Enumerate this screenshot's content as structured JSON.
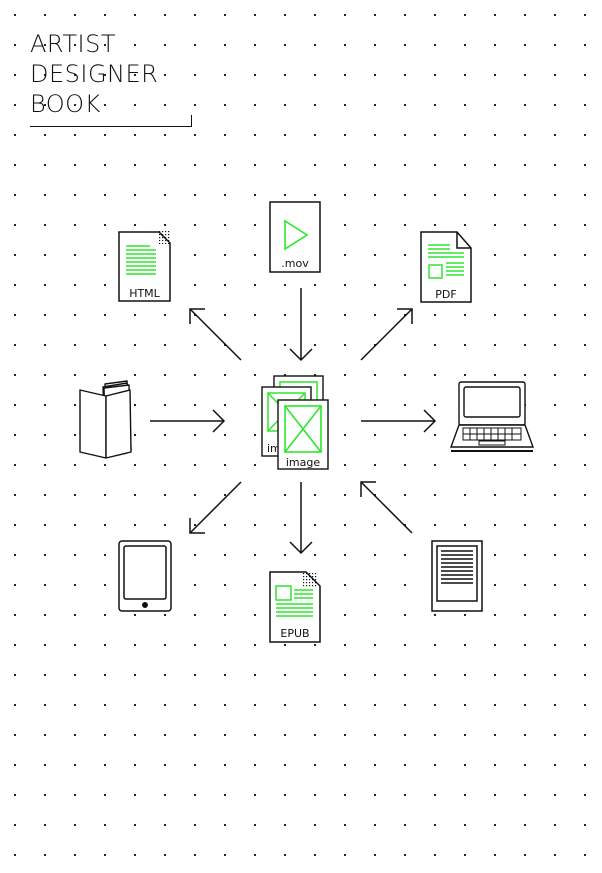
{
  "title": {
    "line1": "ARTIST",
    "line2": "DESIGNER",
    "line3": "BOOK"
  },
  "labels": {
    "html": "HTML",
    "mov": ".mov",
    "pdf": "PDF",
    "image": "image",
    "image_back": "im",
    "epub": "EPUB"
  },
  "colors": {
    "accent": "#2ee62e",
    "ink": "#111111",
    "background": "#ffffff"
  }
}
